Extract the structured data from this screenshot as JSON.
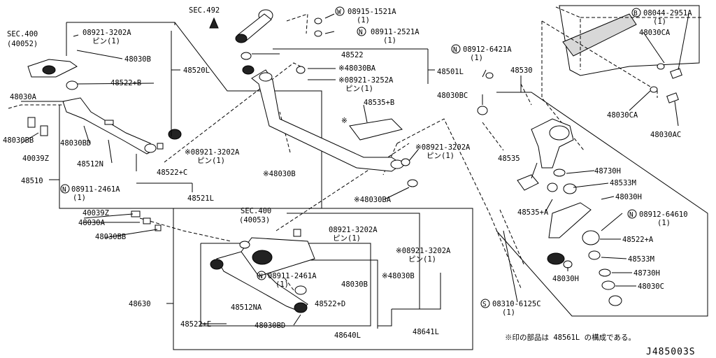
{
  "sections": {
    "sec492": "SEC.492",
    "sec400_top": "SEC.400",
    "sec400_top_sub": "(40052)",
    "sec400_bottom": "SEC.400",
    "sec400_bottom_sub": "(40053)"
  },
  "labels": {
    "l08915": "08915-1521A",
    "l08915_q": "(1)",
    "l08911a": "08911-2521A",
    "l08911a_q": "(1)",
    "l08921_top": "08921-3202A",
    "l08921_top_pin": "ピン(1)",
    "l48030B_top": "48030B",
    "l48520L": "48520L",
    "l48522": "48522",
    "l48030BA_top": "※48030BA",
    "l48501L": "48501L",
    "l08921_3252": "※08921-3252A",
    "l08921_3252_pin": "ピン(1)",
    "l48522B": "48522+B",
    "l48030A_top": "48030A",
    "l48030BB_top": "48030BB",
    "l48030BD": "48030BD",
    "l40039Z_top": "40039Z",
    "l48512N": "48512N",
    "l48510": "48510",
    "l08911_2461_top": "08911-2461A",
    "l08911_2461_top_q": "(1)",
    "l08921_mid": "※08921-3202A",
    "l08921_mid_pin": "ピン(1)",
    "l48522C": "48522+C",
    "l48030B_mid": "※48030B",
    "l48521L": "48521L",
    "l48535B": "48535+B",
    "l08921_right": "※08921-3202A",
    "l08921_right_pin": "ピン(1)",
    "l48030BA_mid": "※48030BA",
    "l40039Z_bot": "40039Z",
    "l48030A_bot": "48030A",
    "l48030BB_bot": "48030BB",
    "l08921_inner": "08921-3202A",
    "l08921_inner_pin": "ピン(1)",
    "l08921_inner2": "※08921-3202A",
    "l08921_inner2_pin": "ピン(1)",
    "l08911_2461_bot": "08911-2461A",
    "l08911_2461_bot_q": "(1)",
    "l48030B_bot": "48030B",
    "l48030B_bot2": "※48030B",
    "l48630": "48630",
    "l48512NA": "48512NA",
    "l48522D": "48522+D",
    "l48522E": "48522+E",
    "l48030BD_bot": "48030BD",
    "l48640L": "48640L",
    "l48641L": "48641L",
    "l08912_6421": "08912-6421A",
    "l08912_6421_q": "(1)",
    "l48530": "48530",
    "l48030BC": "48030BC",
    "l08044": "08044-2951A",
    "l08044_q": "(1)",
    "l48030CA_top": "48030CA",
    "l48030CA_mid": "48030CA",
    "l48030AC": "48030AC",
    "l48535": "48535",
    "l48730H_top": "48730H",
    "l48533M_top": "48533M",
    "l48030H_top": "48030H",
    "l48535A": "48535+A",
    "l08912_64610": "08912-64610",
    "l08912_64610_q": "(1)",
    "l48522A": "48522+A",
    "l48533M_bot": "48533M",
    "l48730H_bot": "48730H",
    "l48030H_bot": "48030H",
    "l48030C": "48030C",
    "l08310": "08310-6125C",
    "l08310_q": "(1)"
  },
  "circle_marks": {
    "W": "W",
    "N": "N",
    "B": "B",
    "S": "S"
  },
  "footnote": "※印の部品は 48561L の構成である。",
  "diagram_ref": "J485003S"
}
